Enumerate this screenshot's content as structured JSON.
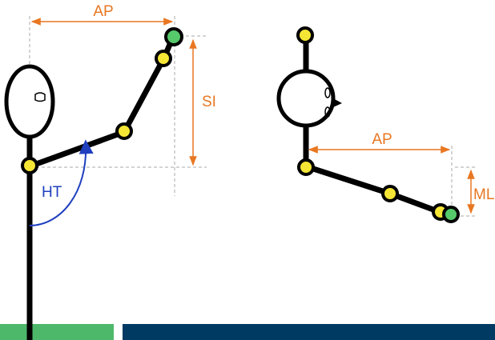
{
  "labels": {
    "ap_top": "AP",
    "si": "SI",
    "ht": "HT",
    "ap_right": "AP",
    "ml": "ML"
  },
  "colors": {
    "orange": "#e87722",
    "blue": "#1f3fbf",
    "joint_yellow": "#f5e636",
    "joint_green": "#56c96a",
    "dashed_grey": "#a8a8a8",
    "footer_green": "#4db86a",
    "footer_navy": "#003a63",
    "line_black": "#000000"
  },
  "icons": {
    "ellipsis": "head-icon",
    "circle": "head-top-view-icon"
  }
}
